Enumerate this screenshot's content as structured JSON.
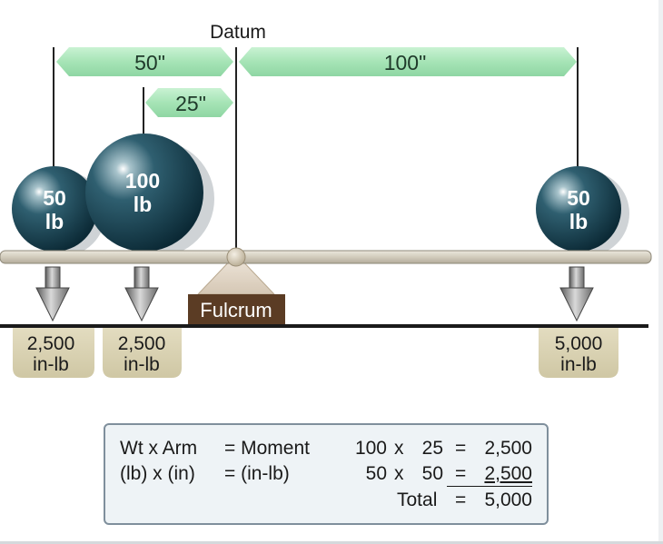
{
  "diagram": {
    "datum_label": "Datum",
    "arm_labels": {
      "left_50": "50\"",
      "right_100": "100\"",
      "left_25": "25\""
    },
    "weights": [
      {
        "line1": "50",
        "line2": "lb"
      },
      {
        "line1": "100",
        "line2": "lb"
      },
      {
        "line1": "50",
        "line2": "lb"
      }
    ],
    "fulcrum_label": "Fulcrum",
    "moments": [
      {
        "line1": "2,500",
        "line2": "in-lb"
      },
      {
        "line1": "2,500",
        "line2": "in-lb"
      },
      {
        "line1": "5,000",
        "line2": "in-lb"
      }
    ],
    "colors": {
      "arm_green": "#a8e6b8",
      "ball_dark": "#123a4a",
      "beam": "#d6d1c4",
      "fulcrum_brown": "#5a3a22",
      "moment_tan": "#d9d2b3"
    }
  },
  "formula": {
    "header_col1": "Wt x Arm",
    "header_col2": "= Moment",
    "units_col1": "(lb) x (in)",
    "units_col2": "= (in-lb)",
    "row1": {
      "a": "100",
      "x": "x",
      "b": "25",
      "eq": "=",
      "result": "2,500"
    },
    "row2": {
      "a": "50",
      "x": "x",
      "b": "50",
      "eq": "=",
      "result": "2,500"
    },
    "total_label": "Total",
    "total_eq": "=",
    "total_value": "5,000"
  }
}
